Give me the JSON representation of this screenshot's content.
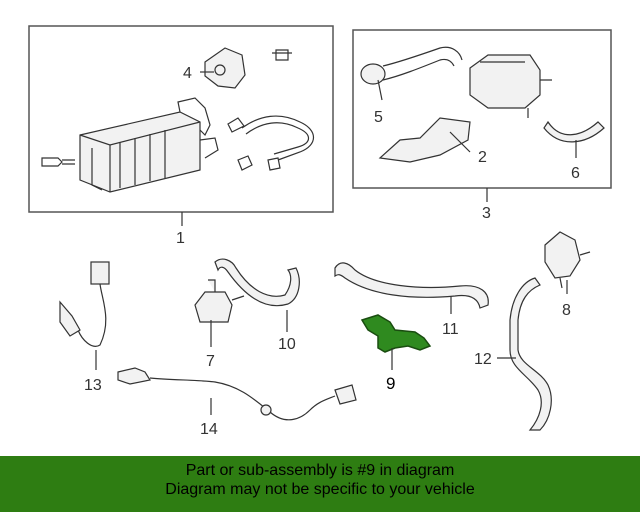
{
  "callouts": [
    "1",
    "2",
    "3",
    "4",
    "5",
    "6",
    "7",
    "8",
    "9",
    "10",
    "11",
    "12",
    "13",
    "14"
  ],
  "highlight_color": "#2f8a1f",
  "footer": {
    "line1": "Part or sub-assembly is #9 in diagram",
    "line2": "Diagram may not be specific to your vehicle",
    "background": "#2e7d12"
  }
}
